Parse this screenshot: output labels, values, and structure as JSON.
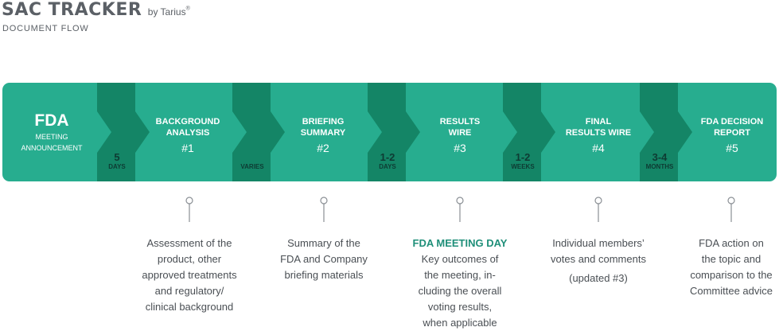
{
  "brand": {
    "title": "SAC TRACKER",
    "by": "by Tarius",
    "registered": "®",
    "subtitle": "DOCUMENT FLOW"
  },
  "colors": {
    "band": "#27ad8f",
    "chevron": "#148566",
    "dark_text": "#0e3b33",
    "text_gray": "#4a4f54",
    "highlight": "#1f8f79"
  },
  "start": {
    "title": "FDA",
    "sub_1": "MEETING",
    "sub_2": "ANNOUNCEMENT"
  },
  "stages": [
    {
      "title_1": "BACKGROUND",
      "title_2": "ANALYSIS",
      "number": "#1"
    },
    {
      "title_1": "BRIEFING",
      "title_2": "SUMMARY",
      "number": "#2"
    },
    {
      "title_1": "RESULTS",
      "title_2": "WIRE",
      "number": "#3"
    },
    {
      "title_1": "FINAL",
      "title_2": "RESULTS WIRE",
      "number": "#4"
    },
    {
      "title_1": "FDA DECISION",
      "title_2": "REPORT",
      "number": "#5"
    }
  ],
  "gaps": [
    {
      "num": "5",
      "unit": "DAYS"
    },
    {
      "num": "",
      "unit": "VARIES"
    },
    {
      "num": "1-2",
      "unit": "DAYS"
    },
    {
      "num": "1-2",
      "unit": "WEEKS"
    },
    {
      "num": "3-4",
      "unit": "MONTHS"
    }
  ],
  "descriptions": [
    {
      "highlight": "",
      "lines": [
        "Assessment of the",
        "product, other",
        "approved treatments",
        "and regulatory/",
        "clinical background"
      ]
    },
    {
      "highlight": "",
      "lines": [
        "Summary of the",
        "FDA and Company",
        "briefing materials"
      ]
    },
    {
      "highlight": "FDA MEETING DAY",
      "lines": [
        "Key outcomes of",
        "the meeting, in-",
        "cluding the overall",
        "voting results,",
        "when applicable"
      ]
    },
    {
      "highlight": "",
      "lines": [
        "Individual members’",
        "votes and comments",
        "(updated #3)"
      ]
    },
    {
      "highlight": "",
      "lines": [
        "FDA action on",
        "the topic and",
        "comparison to the",
        "Committee advice"
      ]
    }
  ]
}
